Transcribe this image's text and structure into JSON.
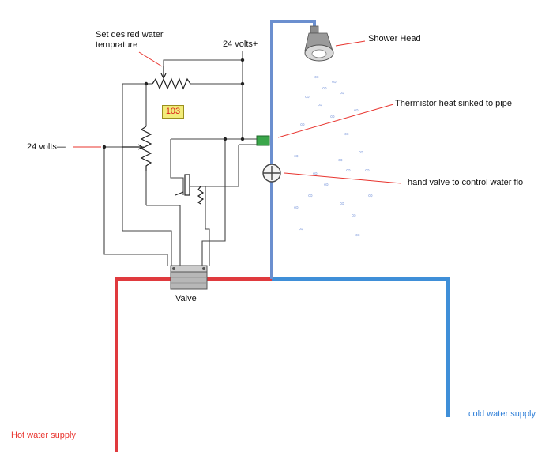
{
  "labels": {
    "setpoint_line1": "Set desired water",
    "setpoint_line2": "temprature",
    "supply_top": "24 volts+",
    "supply_left": "24 volts—",
    "shower_head": "Shower Head",
    "thermistor": "Thermistor heat sinked to pipe",
    "hand_valve": "hand valve to control water flo",
    "valve": "Valve",
    "hot_supply": "Hot water supply",
    "cold_supply": "cold water supply"
  },
  "readout": {
    "value": "103"
  },
  "colors": {
    "hot_pipe": "#e03a3e",
    "cold_pipe": "#3f8fd8",
    "vertical_pipe": "#6b8fcf",
    "wire": "#444444",
    "leader_red": "#e8342e",
    "thermistor": "#3aa64a",
    "display_bg": "#f2ec7a"
  },
  "icons": [
    "shower-head-icon",
    "hand-valve-icon",
    "thermistor-icon",
    "solenoid-valve-icon",
    "potentiometer-icon"
  ]
}
